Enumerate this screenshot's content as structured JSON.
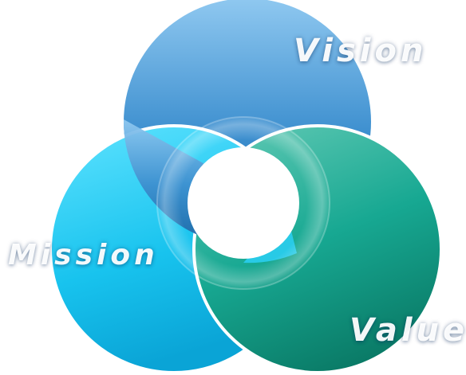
{
  "labels": {
    "vision": "Vision",
    "mission": "Mission",
    "value": "Value"
  },
  "colors": {
    "vision_top": "#8fc8f0",
    "vision_bottom": "#1f6aa8",
    "mission_top": "#5fe3ff",
    "mission_bottom": "#0aa4d6",
    "value_top": "#5cc7b2",
    "value_bottom": "#0a7a66",
    "outline": "#ffffff"
  }
}
